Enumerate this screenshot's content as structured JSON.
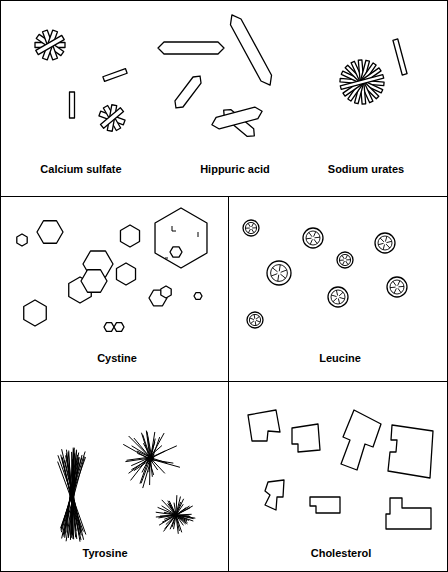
{
  "diagram": {
    "nodes": [
      {
        "text": [
          "Calcium sulfate",
          "Hippuric acid",
          "Sodium urates"
        ]
      },
      {
        "text": [
          "Cystine"
        ]
      },
      {
        "text": [
          "Leucine"
        ]
      },
      {
        "text": [
          "Tyrosine"
        ]
      },
      {
        "text": [
          "Cholesterol"
        ]
      }
    ]
  }
}
